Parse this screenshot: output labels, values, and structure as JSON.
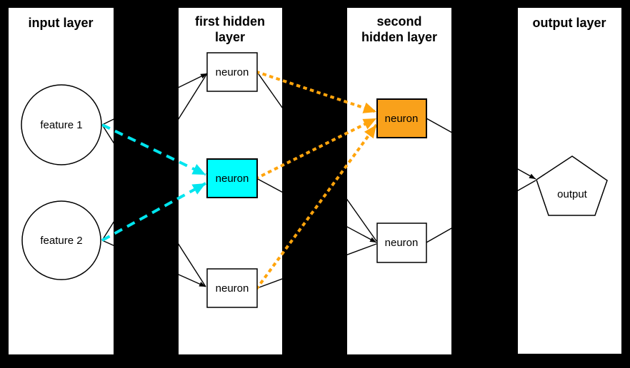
{
  "diagram": {
    "background_color": "#000000",
    "panel_color": "#ffffff",
    "colors": {
      "cyan_line": "#00e5ee",
      "cyan_fill": "#00ffff",
      "orange_line": "#ffa40c",
      "orange_fill": "#f9a11b",
      "black_line": "#000000"
    },
    "layers": [
      {
        "id": "input",
        "title_lines": [
          "input layer"
        ],
        "nodes": [
          {
            "label": "feature 1",
            "shape": "circle",
            "fill": "#ffffff"
          },
          {
            "label": "feature 2",
            "shape": "circle",
            "fill": "#ffffff"
          }
        ]
      },
      {
        "id": "first-hidden",
        "title_lines": [
          "first hidden",
          "layer"
        ],
        "nodes": [
          {
            "label": "neuron",
            "shape": "rect",
            "fill": "#ffffff"
          },
          {
            "label": "neuron",
            "shape": "rect",
            "fill": "#00ffff"
          },
          {
            "label": "neuron",
            "shape": "rect",
            "fill": "#ffffff"
          }
        ]
      },
      {
        "id": "second-hidden",
        "title_lines": [
          "second",
          "hidden layer"
        ],
        "nodes": [
          {
            "label": "neuron",
            "shape": "rect",
            "fill": "#f9a11b"
          },
          {
            "label": "neuron",
            "shape": "rect",
            "fill": "#ffffff"
          }
        ]
      },
      {
        "id": "output",
        "title_lines": [
          "output layer"
        ],
        "nodes": [
          {
            "label": "output",
            "shape": "pentagon",
            "fill": "#ffffff"
          }
        ]
      }
    ],
    "edges": [
      {
        "from": "feature 1",
        "to": "first hidden neuron 1",
        "style": "solid-black-arrow"
      },
      {
        "from": "feature 2",
        "to": "first hidden neuron 1",
        "style": "solid-black-arrow"
      },
      {
        "from": "feature 1",
        "to": "first hidden neuron 2",
        "style": "dashed-cyan-arrow"
      },
      {
        "from": "feature 2",
        "to": "first hidden neuron 2",
        "style": "dashed-cyan-arrow"
      },
      {
        "from": "feature 1",
        "to": "first hidden neuron 3",
        "style": "solid-black-arrow"
      },
      {
        "from": "feature 2",
        "to": "first hidden neuron 3",
        "style": "solid-black-arrow"
      },
      {
        "from": "first hidden neuron 1",
        "to": "second hidden neuron 1",
        "style": "dotted-orange-arrow"
      },
      {
        "from": "first hidden neuron 2",
        "to": "second hidden neuron 1",
        "style": "dotted-orange-arrow"
      },
      {
        "from": "first hidden neuron 3",
        "to": "second hidden neuron 1",
        "style": "dotted-orange-arrow"
      },
      {
        "from": "first hidden neuron 1",
        "to": "second hidden neuron 2",
        "style": "solid-black-arrow"
      },
      {
        "from": "first hidden neuron 2",
        "to": "second hidden neuron 2",
        "style": "solid-black-arrow"
      },
      {
        "from": "first hidden neuron 3",
        "to": "second hidden neuron 2",
        "style": "solid-black-arrow"
      },
      {
        "from": "second hidden neuron 1",
        "to": "output",
        "style": "solid-black-arrow"
      },
      {
        "from": "second hidden neuron 2",
        "to": "output",
        "style": "solid-black-arrow"
      }
    ]
  }
}
